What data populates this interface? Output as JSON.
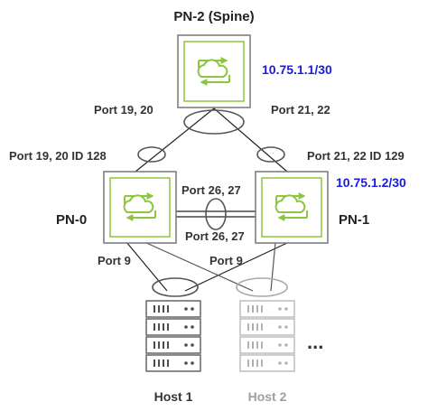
{
  "switches": {
    "spine": {
      "title": "PN-2 (Spine)",
      "ip": "10.75.1.1/30",
      "port_label": "Port 19, 20",
      "port_label_right": "Port 21, 22"
    },
    "pn0": {
      "title": "PN-0",
      "uplink_label": "Port 19, 20 ID 128",
      "host_port_label": "Port 9"
    },
    "pn1": {
      "title": "PN-1",
      "ip": "10.75.1.2/30",
      "uplink_label": "Port 21, 22 ID 129",
      "host_port_label": "Port 9"
    },
    "peer_link": {
      "label_top": "Port 26, 27",
      "label_bottom": "Port 26, 27"
    }
  },
  "hosts": [
    {
      "label": "Host 1",
      "active": true
    },
    {
      "label": "Host 2",
      "active": false
    }
  ],
  "more_hosts": "...",
  "colors": {
    "switch_green": "#8cc63f",
    "ip_blue": "#1a1ae6",
    "host_active": "#4d4d4d",
    "host_inactive": "#b3b3b3"
  },
  "icons": {
    "switch": "cloud-cycle-icon",
    "host": "server-rack-icon"
  }
}
